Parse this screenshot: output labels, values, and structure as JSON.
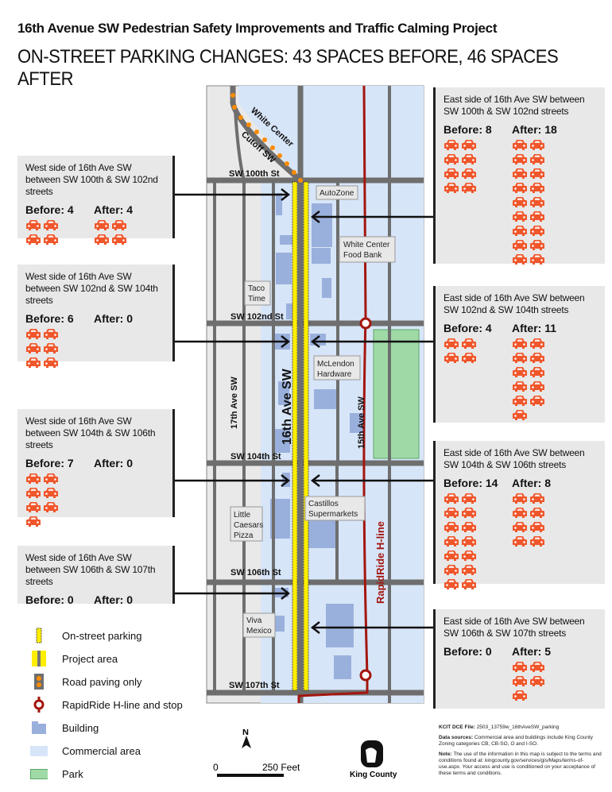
{
  "title": "16th Avenue SW Pedestrian Safety Improvements and Traffic Calming Project",
  "subtitle": "ON-STREET PARKING CHANGES: 43 SPACES BEFORE, 46 SPACES AFTER",
  "colors": {
    "car": "#f0562b",
    "road": "#6e6e6e",
    "project": "#ffee00",
    "rapidride": "#a3160e",
    "building": "#9ab0dc",
    "commercial": "#d7e5f8",
    "park": "#9fdaa6",
    "paving_dot": "#ff8c00"
  },
  "panels": {
    "west": [
      {
        "heading": "West side of 16th Ave SW between SW 100th & SW 102nd streets",
        "before_label": "Before: 4",
        "after_label": "After: 4",
        "before": 4,
        "after": 4
      },
      {
        "heading": "West side of 16th Ave SW between SW 102nd & SW 104th streets",
        "before_label": "Before: 6",
        "after_label": "After: 0",
        "before": 6,
        "after": 0
      },
      {
        "heading": "West side of 16th Ave SW between SW 104th & SW 106th streets",
        "before_label": "Before: 7",
        "after_label": "After: 0",
        "before": 7,
        "after": 0
      },
      {
        "heading": "West side of 16th Ave SW between SW 106th & SW 107th streets",
        "before_label": "Before: 0",
        "after_label": "After: 0",
        "before": 0,
        "after": 0
      }
    ],
    "east": [
      {
        "heading": "East side of 16th Ave SW between SW 100th & SW 102nd streets",
        "before_label": "Before: 8",
        "after_label": "After: 18",
        "before": 8,
        "after": 18
      },
      {
        "heading": "East side of 16th Ave SW between SW 102nd & SW 104th streets",
        "before_label": "Before: 4",
        "after_label": "After: 11",
        "before": 4,
        "after": 11
      },
      {
        "heading": "East side of 16th Ave SW between SW 104th & SW 106th streets",
        "before_label": "Before: 14",
        "after_label": "After: 8",
        "before": 14,
        "after": 8
      },
      {
        "heading": "East side of 16th Ave SW between SW 106th & SW 107th streets",
        "before_label": "Before: 0",
        "after_label": "After: 5",
        "before": 0,
        "after": 5
      }
    ]
  },
  "map": {
    "streets": {
      "s100": "SW 100th St",
      "s102": "SW 102nd St",
      "s104": "SW 104th St",
      "s106": "SW 106th St",
      "s107": "SW 107th St",
      "ave16": "16th Ave SW",
      "ave17": "17th Ave SW",
      "ave15": "15th Ave SW",
      "cutoff1": "White Center",
      "cutoff2": "Cutoff SW",
      "rapid": "RapidRide H-line"
    },
    "places": {
      "autozone": "AutoZone",
      "foodbank1": "White Center",
      "foodbank2": "Food Bank",
      "taco1": "Taco",
      "taco2": "Time",
      "mcl1": "McLendon",
      "mcl2": "Hardware",
      "lc1": "Little",
      "lc2": "Caesars",
      "lc3": "Pizza",
      "cast1": "Castillos",
      "cast2": "Supermarkets",
      "viva1": "Viva",
      "viva2": "Mexico"
    }
  },
  "legend": [
    "On-street parking",
    "Project area",
    "Road paving only",
    "RapidRide H-line and stop",
    "Building",
    "Commercial area",
    "Park"
  ],
  "scale": {
    "north": "N",
    "zero": "0",
    "label": "250 Feet"
  },
  "logo": "King County",
  "footer": {
    "file_label": "KCIT DCE File:",
    "file": "2503_13759w_16thAveSW_parking",
    "sources_label": "Data sources:",
    "sources": "Commercial area and buildings include King County Zoning categories CB, CB-SO, O and I-SO.",
    "note_label": "Note:",
    "note": "The use of the information in this map is subject to the terms and conditions found at: kingcounty.gov/services/gis/Maps/terms-of-use.aspx. Your access and use is conditioned on your acceptance of these terms and conditions."
  }
}
